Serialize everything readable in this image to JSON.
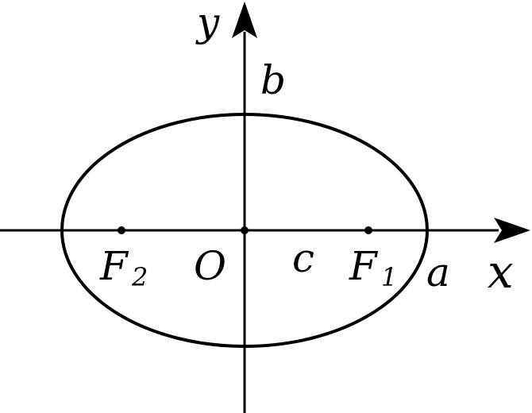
{
  "diagram": {
    "labels": {
      "x_axis": "x",
      "y_axis": "y",
      "origin": "O",
      "semi_major": "a",
      "semi_minor": "b",
      "focal_distance": "c",
      "focus_right": "F",
      "focus_right_sub": "1",
      "focus_left": "F",
      "focus_left_sub": "2"
    },
    "colors": {
      "stroke": "#000000",
      "background": "#ffffff"
    }
  }
}
